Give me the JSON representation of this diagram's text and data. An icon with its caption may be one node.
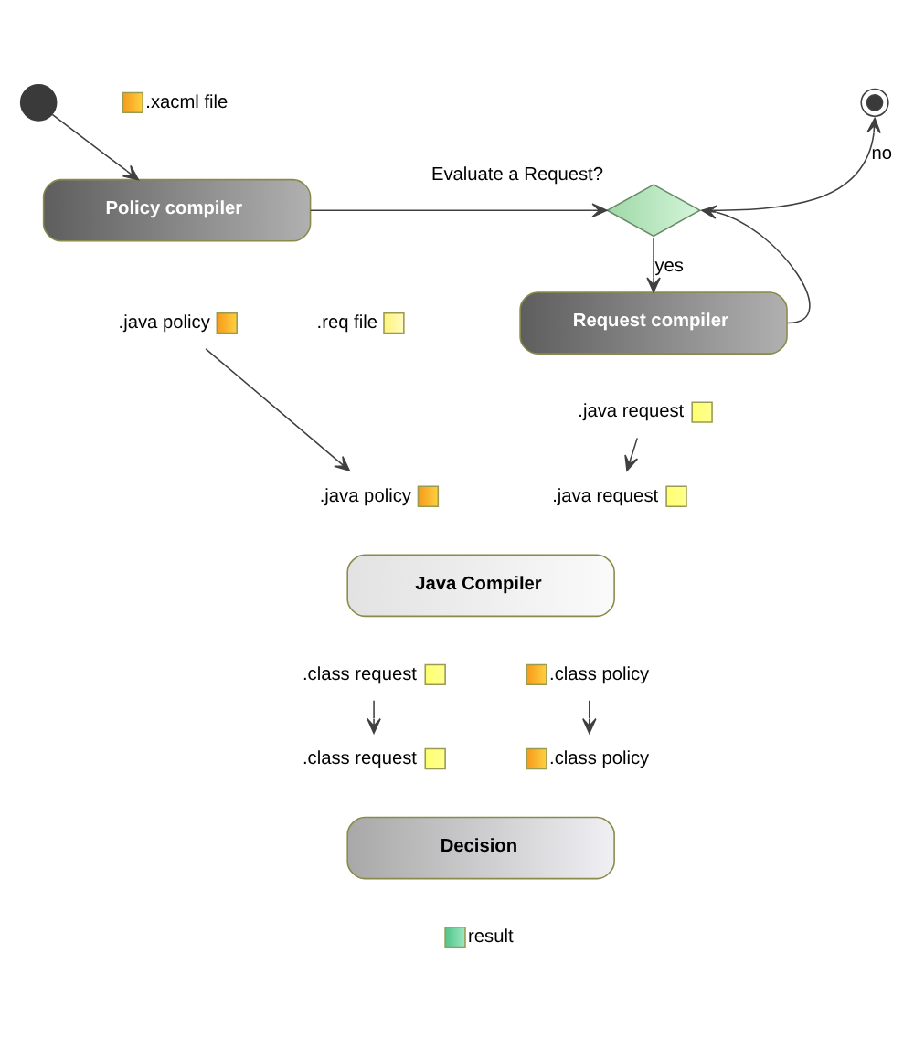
{
  "diagram": {
    "nodes": [
      {
        "text": [],
        "shape": "circle"
      },
      {
        "text": [
          "Policy compiler"
        ]
      },
      {
        "text": [],
        "shape": "box",
        "beside": [
          ".xacml file"
        ]
      },
      {
        "text": [],
        "shape": "box",
        "beside": [
          ".java policy"
        ]
      },
      {
        "text": [],
        "shape": "circle"
      },
      {
        "text": [],
        "shape": "diamond",
        "beside": [
          "Evaluate a Request?"
        ]
      },
      {
        "text": [
          "Request compiler"
        ]
      },
      {
        "text": [],
        "shape": "box",
        "beside": [
          ".req file"
        ]
      },
      {
        "text": [],
        "shape": "box",
        "beside": [
          ".java request"
        ]
      },
      {
        "text": [
          "Java Compiler"
        ]
      },
      {
        "text": [],
        "shape": "box",
        "beside": [
          ".java policy"
        ]
      },
      {
        "text": [],
        "shape": "box",
        "beside": [
          ".java request"
        ]
      },
      {
        "text": [],
        "shape": "box",
        "beside": [
          ".class request"
        ]
      },
      {
        "text": [],
        "shape": "box",
        "beside": [
          ".class policy"
        ]
      },
      {
        "text": [
          "Decision"
        ]
      },
      {
        "text": [],
        "shape": "box",
        "beside": [
          ".class request"
        ]
      },
      {
        "text": [],
        "shape": "box",
        "beside": [
          ".class policy"
        ]
      },
      {
        "text": [],
        "shape": "box",
        "beside": [
          "result"
        ]
      }
    ],
    "edges": [
      {
        "from": 0,
        "to": 1,
        "arrow": "to"
      },
      {
        "from": 1,
        "to": 5,
        "arrow": "to"
      },
      {
        "from": 5,
        "to": 4,
        "arrow": "to",
        "label": "no"
      },
      {
        "from": 5,
        "to": 6,
        "arrow": "to",
        "label": "yes"
      },
      {
        "from": 6,
        "to": 5,
        "arrow": "to"
      },
      {
        "from": 3,
        "to": 10,
        "arrow": "to"
      },
      {
        "from": 8,
        "to": 11,
        "arrow": "to"
      },
      {
        "from": 12,
        "to": 15,
        "arrow": "to"
      },
      {
        "from": 13,
        "to": 16,
        "arrow": "to"
      }
    ]
  }
}
